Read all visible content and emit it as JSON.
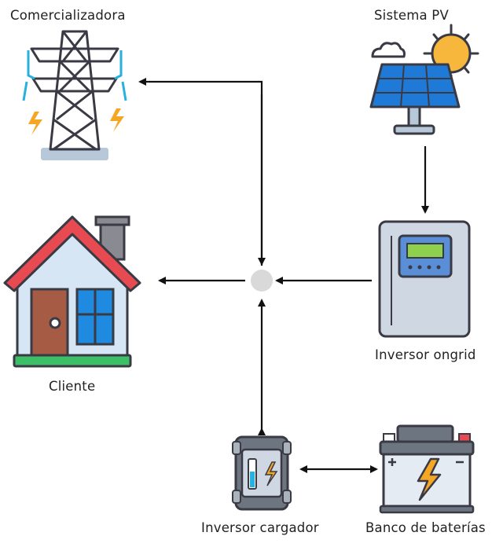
{
  "nodes": {
    "comercializadora": {
      "label": "Comercializadora",
      "icon": "power-tower-icon"
    },
    "sistema_pv": {
      "label": "Sistema PV",
      "icon": "solar-panel-sun-icon"
    },
    "cliente": {
      "label": "Cliente",
      "icon": "house-icon"
    },
    "inversor_ongrid": {
      "label": "Inversor ongrid",
      "icon": "inverter-icon"
    },
    "inversor_cargador": {
      "label": "Inversor cargador",
      "icon": "charger-inverter-icon"
    },
    "banco_baterias": {
      "label": "Banco de baterías",
      "icon": "battery-icon"
    },
    "hub": {
      "label": "",
      "icon": "junction-node"
    }
  },
  "colors": {
    "outline": "#3a3a44",
    "arrow": "#111111",
    "roof": "#e84a52",
    "wall": "#d6e6f5",
    "window": "#1f8be0",
    "door": "#a65b45",
    "panel": "#1e7ad6",
    "sun": "#f6b73c",
    "lightning": "#f5a623",
    "inverter_body": "#cfd8e2",
    "screen": "#8fd14f",
    "hub": "#d9d9d9",
    "grass": "#3dbf68"
  }
}
